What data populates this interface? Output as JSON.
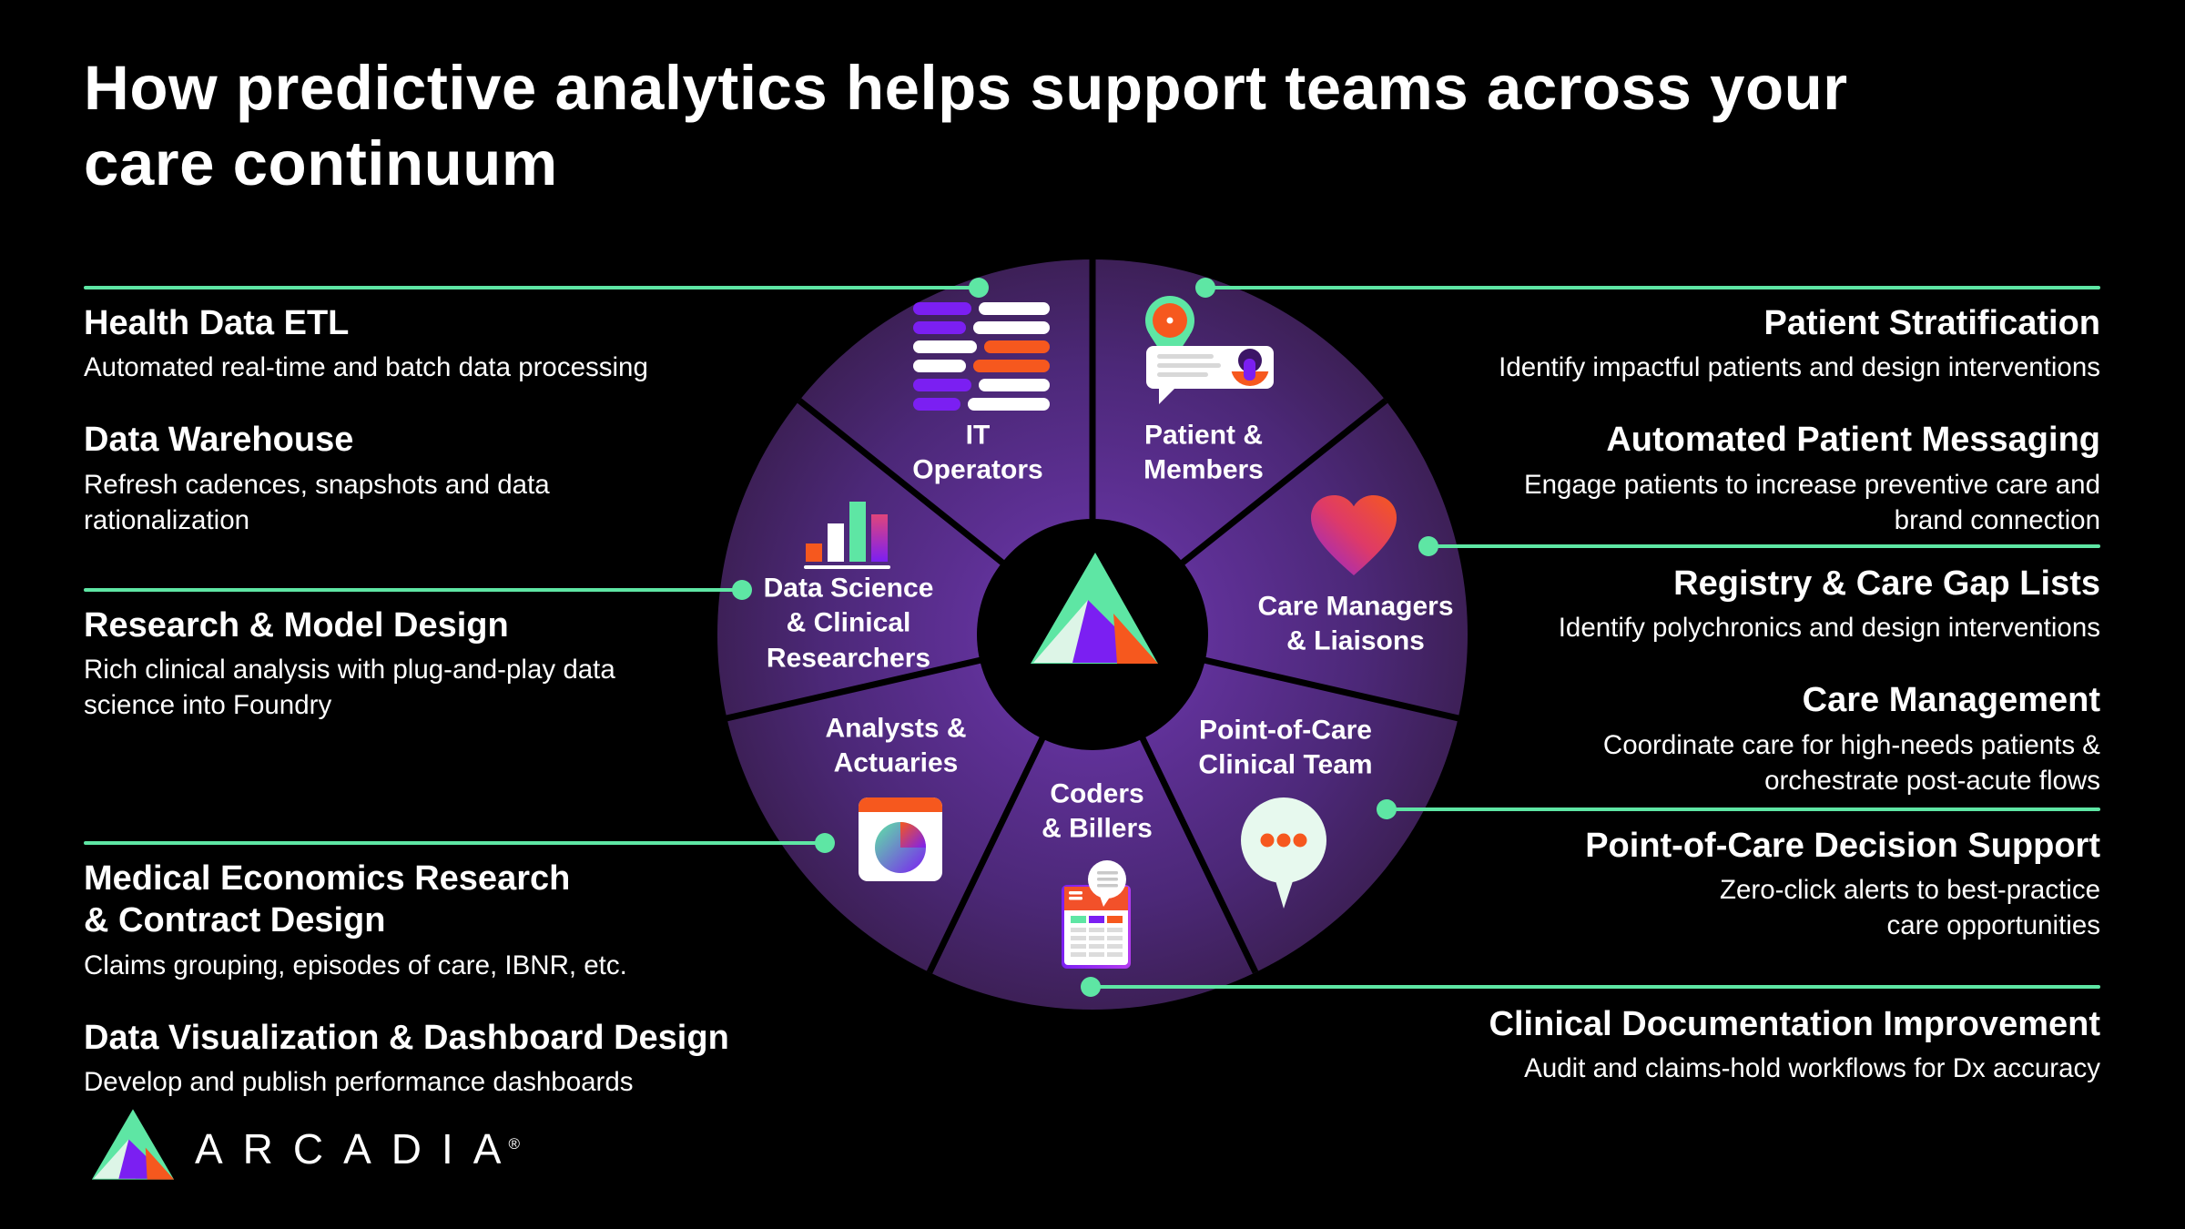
{
  "title": "How predictive analytics helps support teams across your care continuum",
  "colors": {
    "background": "#000000",
    "accent_green": "#5EE6A4",
    "wheel_purple_inner": "#6F3DB2",
    "wheel_purple_outer": "#3D2057",
    "vivid_purple": "#7B1FF2",
    "orange": "#F6581E",
    "pale_mint": "#E7F9EE"
  },
  "left_column": {
    "groups": [
      {
        "items": [
          {
            "heading": "Health Data ETL",
            "body": "Automated real-time and batch data processing"
          },
          {
            "heading": "Data Warehouse",
            "body": "Refresh cadences, snapshots and data\nrationalization"
          }
        ]
      },
      {
        "items": [
          {
            "heading": "Research &  Model Design",
            "body": "Rich clinical analysis with plug-and-play data\nscience into Foundry"
          }
        ]
      },
      {
        "items": [
          {
            "heading": "Medical Economics Research\n& Contract Design",
            "body": "Claims grouping, episodes of care, IBNR, etc."
          },
          {
            "heading": "Data Visualization & Dashboard Design",
            "body": "Develop and publish performance dashboards"
          }
        ]
      }
    ]
  },
  "right_column": {
    "groups": [
      {
        "items": [
          {
            "heading": "Patient Stratification",
            "body": "Identify impactful patients and design interventions"
          },
          {
            "heading": "Automated Patient Messaging",
            "body": "Engage patients to increase preventive care and\nbrand connection"
          }
        ]
      },
      {
        "items": [
          {
            "heading": "Registry & Care Gap Lists",
            "body": "Identify polychronics and design interventions"
          },
          {
            "heading": "Care Management",
            "body": "Coordinate care for high-needs patients &\norchestrate post-acute flows"
          }
        ]
      },
      {
        "items": [
          {
            "heading": "Point-of-Care Decision Support",
            "body": "Zero-click alerts to best-practice\ncare opportunities"
          }
        ]
      },
      {
        "items": [
          {
            "heading": "Clinical Documentation Improvement",
            "body": "Audit and claims-hold workflows for Dx accuracy"
          }
        ]
      }
    ]
  },
  "wheel": {
    "segments": [
      {
        "label": "IT\nOperators",
        "icon": "stacked-bars-icon"
      },
      {
        "label": "Patient &\nMembers",
        "icon": "map-pin-chat-icon"
      },
      {
        "label": "Care Managers\n& Liaisons",
        "icon": "heart-icon"
      },
      {
        "label": "Point-of-Care\nClinical Team",
        "icon": "chat-bubble-icon"
      },
      {
        "label": "Coders\n& Billers",
        "icon": "billing-document-icon"
      },
      {
        "label": "Analysts &\nActuaries",
        "icon": "pie-chart-icon"
      },
      {
        "label": "Data Science\n& Clinical\nResearchers",
        "icon": "bar-chart-icon"
      }
    ],
    "center_logo": "arcadia-triangle"
  },
  "brand": {
    "wordmark": "ARCADIA",
    "registered": "®"
  }
}
